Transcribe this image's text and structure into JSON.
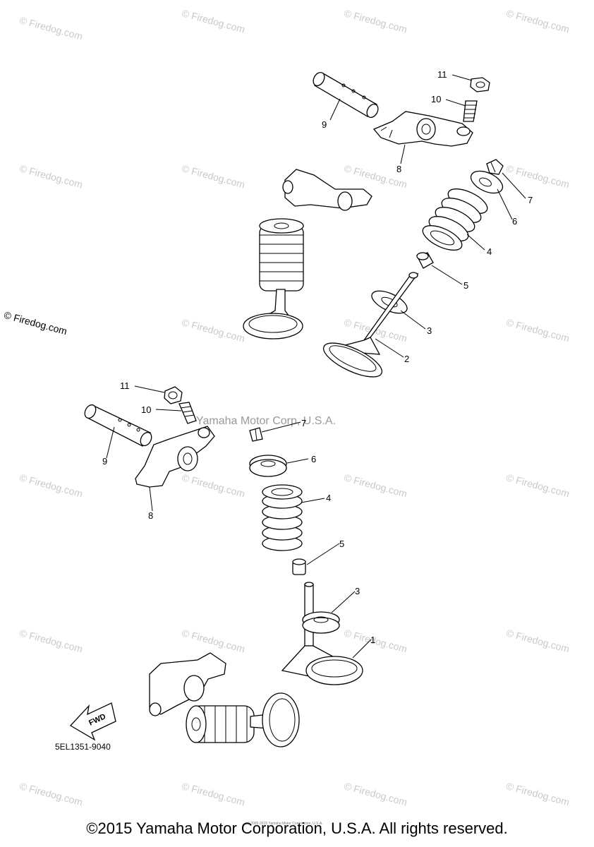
{
  "watermarks": {
    "firedog": "© Firedog.com",
    "center": "Yamaha Motor Corp, U.S.A.",
    "fine": "(c) 2005-2015 Yamaha Motor Corporation, U.S.A."
  },
  "callouts": {
    "upper_11": "11",
    "upper_10": "10",
    "upper_9": "9",
    "upper_8": "8",
    "upper_7": "7",
    "upper_6": "6",
    "upper_4": "4",
    "upper_5": "5",
    "upper_3": "3",
    "upper_2": "2",
    "lower_11": "11",
    "lower_10": "10",
    "lower_9": "9",
    "lower_8": "8",
    "lower_7": "7",
    "lower_6": "6",
    "lower_4": "4",
    "lower_5": "5",
    "lower_3": "3",
    "lower_1": "1"
  },
  "fwd_label": "FWD",
  "part_code": "5EL1351-9040",
  "footer": "©2015 Yamaha Motor Corporation, U.S.A. All rights reserved."
}
